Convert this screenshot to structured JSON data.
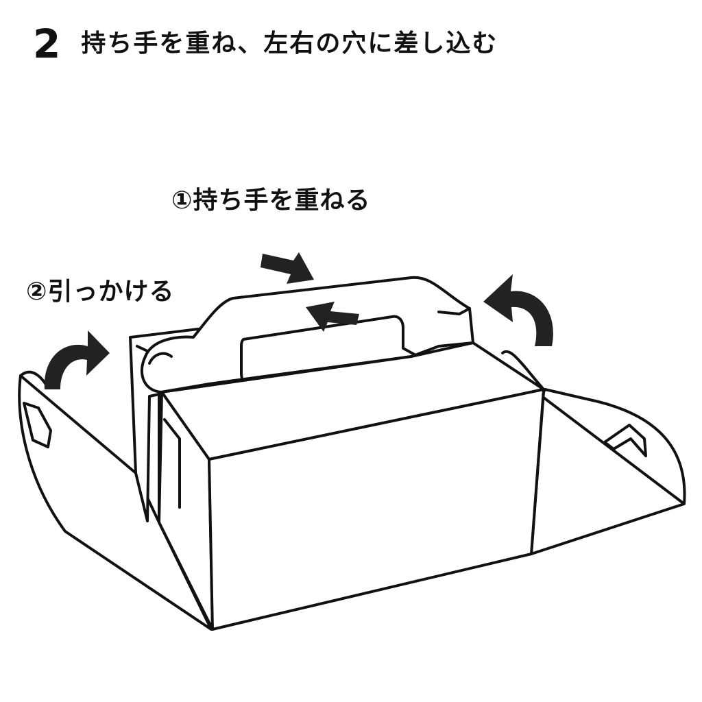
{
  "step": {
    "number": "2",
    "title": "持ち手を重ね、左右の穴に差し込む"
  },
  "callouts": {
    "overlap_handles": "①持ち手を重ねる",
    "hook": "②引っかける"
  },
  "colors": {
    "line": "#111111",
    "arrow": "#222222",
    "background": "#ffffff"
  }
}
